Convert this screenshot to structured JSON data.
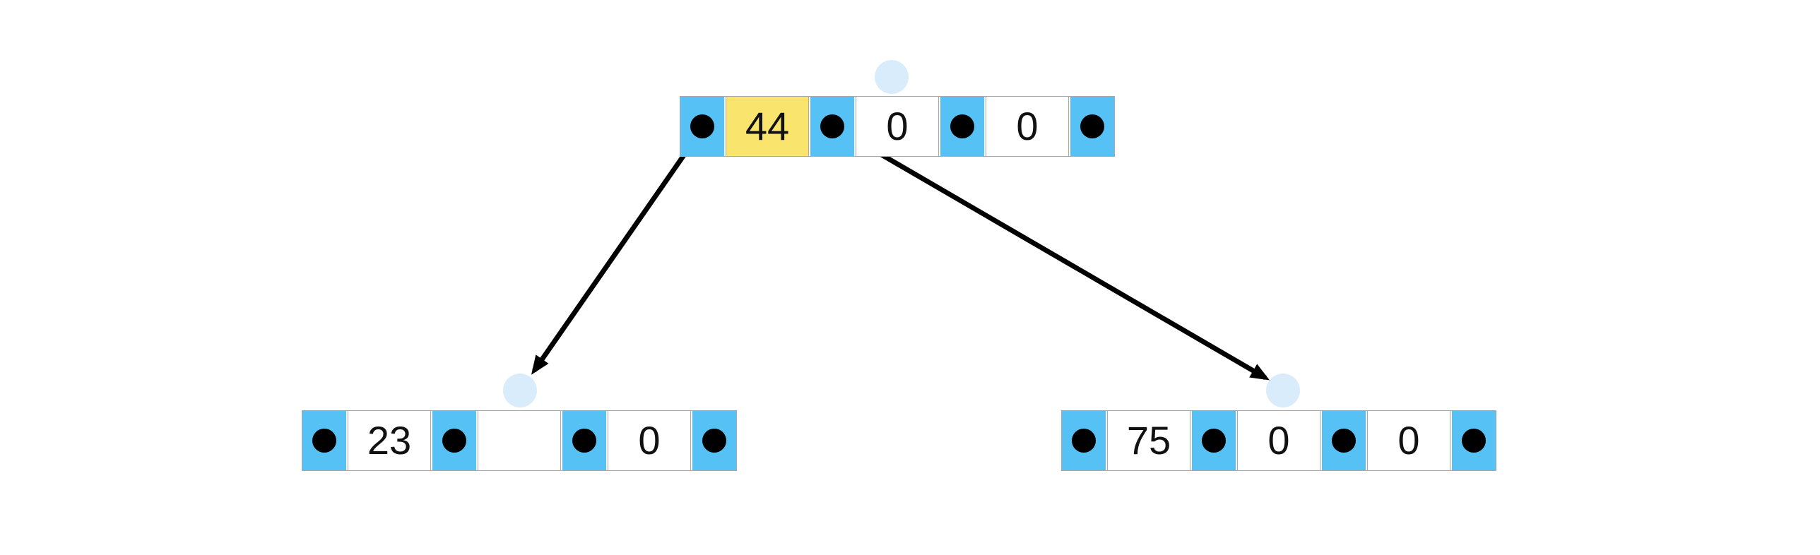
{
  "colors": {
    "background": "#FFFFFF",
    "pointer_cell_blue": "#55C1F5",
    "highlight_key_yellow": "#F9E46D",
    "cursor_circle_blue": "#D9ECFB",
    "cell_border_gray": "#A8A8A8",
    "pointer_dot_black": "#000000",
    "arrow_black": "#000000"
  },
  "nodes": [
    {
      "id": "root",
      "cells": [
        {
          "type": "pointer"
        },
        {
          "type": "key",
          "value": "44",
          "highlight": true
        },
        {
          "type": "pointer"
        },
        {
          "type": "key",
          "value": "0"
        },
        {
          "type": "pointer"
        },
        {
          "type": "key",
          "value": "0"
        },
        {
          "type": "pointer"
        }
      ]
    },
    {
      "id": "left-child",
      "cells": [
        {
          "type": "pointer"
        },
        {
          "type": "key",
          "value": "23"
        },
        {
          "type": "pointer"
        },
        {
          "type": "key",
          "value": ""
        },
        {
          "type": "pointer"
        },
        {
          "type": "key",
          "value": "0"
        },
        {
          "type": "pointer"
        }
      ]
    },
    {
      "id": "right-child",
      "cells": [
        {
          "type": "pointer"
        },
        {
          "type": "key",
          "value": "75"
        },
        {
          "type": "pointer"
        },
        {
          "type": "key",
          "value": "0"
        },
        {
          "type": "pointer"
        },
        {
          "type": "key",
          "value": "0"
        },
        {
          "type": "pointer"
        }
      ]
    }
  ],
  "cursors": [
    {
      "above": "root"
    },
    {
      "above": "left-child"
    },
    {
      "above": "right-child"
    }
  ],
  "arrows": [
    {
      "from": "root-pointer-1",
      "to": "left-child"
    },
    {
      "from": "root-pointer-2",
      "to": "right-child"
    }
  ]
}
